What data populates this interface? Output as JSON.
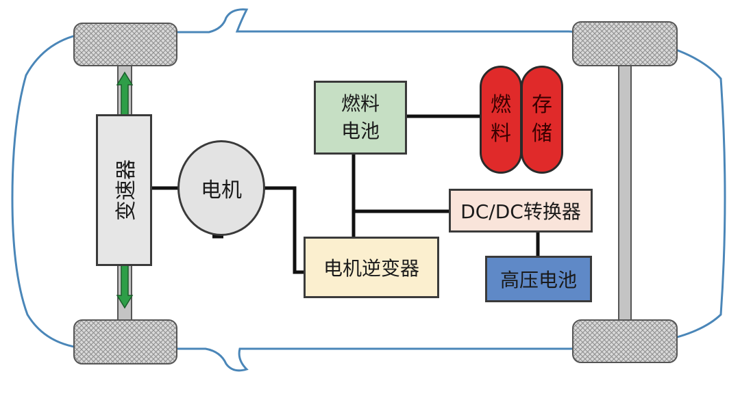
{
  "diagram": {
    "labels": {
      "fuel_cell_line1": "燃料",
      "fuel_cell_line2": "电池",
      "tank_fuel_line1": "燃",
      "tank_fuel_line2": "料",
      "tank_storage_line1": "存",
      "tank_storage_line2": "储",
      "dcdc": "DC/DC转换器",
      "motor_inverter": "电机逆变器",
      "hv_battery": "高压电池",
      "transmission": "变速器",
      "motor": "电机"
    },
    "colors": {
      "car_outline": "#4a86b8",
      "fuel_cell": "#c6dfc4",
      "fuel_tank": "#e02a2a",
      "dcdc": "#f9e4da",
      "motor_inverter": "#fbefcf",
      "hv_battery": "#5f89c7",
      "transmission": "#e6e6e6",
      "motor": "#e3e3e3",
      "arrow": "#2e9e48",
      "tire": "#d5d5d5",
      "axle": "#c4c4c4",
      "wire": "#111111"
    }
  }
}
